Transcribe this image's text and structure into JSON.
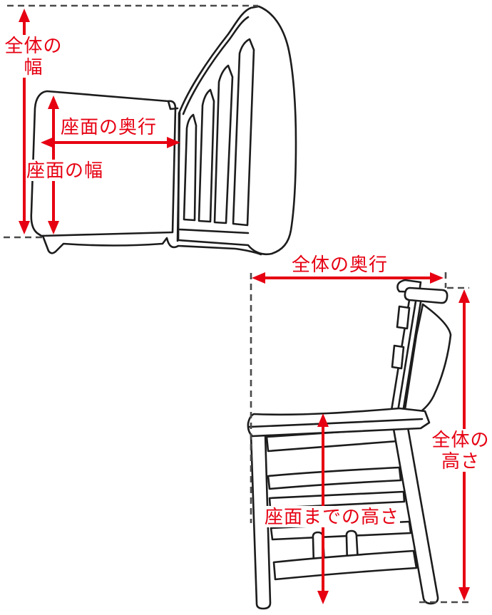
{
  "diagram_title": "chair-dimension-guide",
  "colors": {
    "dimension_red": "#e60012",
    "outline_black": "#1c1c1c",
    "guide_gray": "#4a4a4a",
    "background": "#ffffff"
  },
  "annotations": {
    "overall_width": {
      "line1": "全体の",
      "line2": "幅"
    },
    "seat_depth": {
      "label": "座面の奥行"
    },
    "seat_width": {
      "label": "座面の幅"
    },
    "overall_depth": {
      "label": "全体の奥行"
    },
    "overall_height": {
      "line1": "全体の",
      "line2": "高さ"
    },
    "seat_height": {
      "label": "座面までの高さ"
    }
  }
}
